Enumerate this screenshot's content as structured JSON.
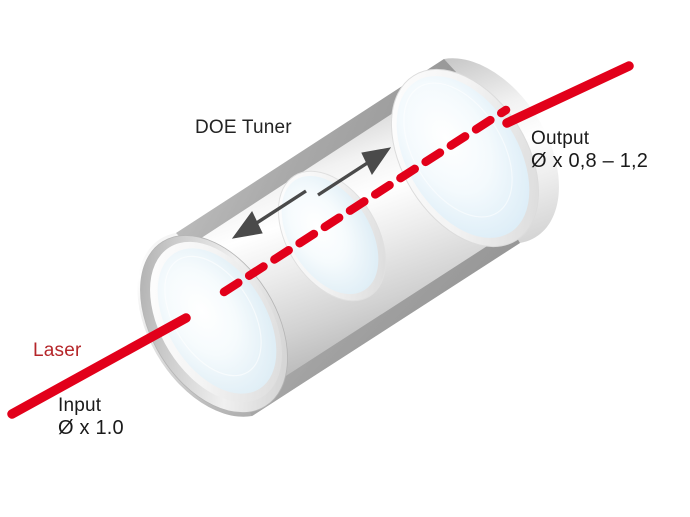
{
  "diagram": {
    "title": "DOE Tuner laser beam diameter adjustment",
    "type": "optical-schematic",
    "background_color": "#ffffff"
  },
  "labels": {
    "doe_tuner": "DOE Tuner",
    "laser": "Laser",
    "input_title": "Input",
    "input_value": "Ø x 1.0",
    "output_title": "Output",
    "output_value": "Ø x 0,8 – 1,2"
  },
  "colors": {
    "laser_red": "#e2001a",
    "laser_text_red": "#b5262a",
    "label_dark": "#1a1a1a",
    "arrow_gray": "#4a4a4a",
    "cylinder_dark": "#8c8c8c",
    "cylinder_light": "#ffffff",
    "cylinder_mid": "#c9c9c9",
    "lens_fill": "#eaf4fa",
    "lens_rim": "#e8e8e8",
    "background": "#ffffff"
  },
  "components": [
    {
      "name": "input-lens",
      "role": "front lens element",
      "diameter_factor": "1.0"
    },
    {
      "name": "tuner-lens",
      "role": "movable DOE tuner element",
      "diameter_factor": "variable"
    },
    {
      "name": "output-lens",
      "role": "rear lens element",
      "diameter_factor": "0,8 - 1,2"
    }
  ],
  "beams": {
    "input_beam": {
      "style": "solid",
      "color": "#e2001a",
      "label": "Laser"
    },
    "optical_axis": {
      "style": "dashed",
      "color": "#e2001a"
    },
    "output_beam": {
      "style": "solid",
      "color": "#e2001a"
    }
  },
  "arrows": {
    "forward": "translation arrow pointing toward output",
    "backward": "translation arrow pointing toward input"
  }
}
